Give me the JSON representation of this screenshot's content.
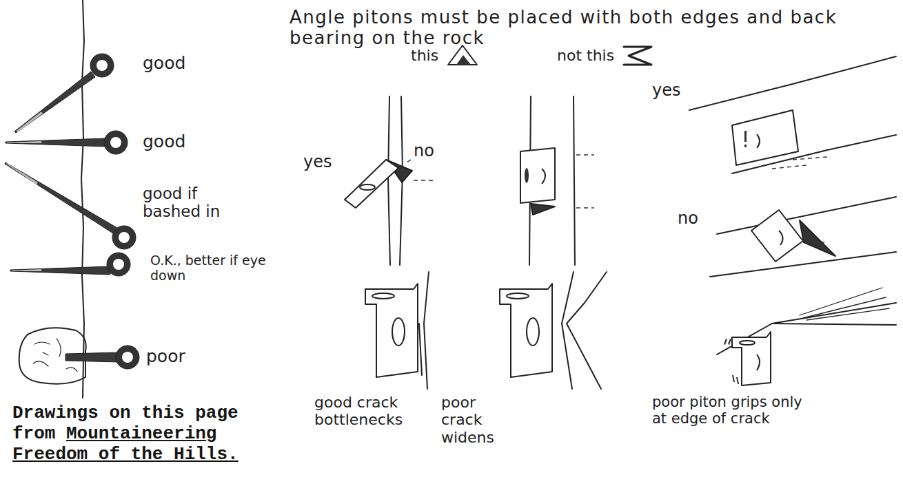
{
  "diagram": {
    "labels": [
      "Angle pitons must be placed with both edges and back bearing on the rock",
      "this",
      "not this",
      "good",
      "good",
      "good if bashed in",
      "O.K., better if eye down",
      "poor",
      "yes",
      "no",
      "yes",
      "no",
      "Drawings on this page from",
      "Mountaineering Freedom of the Hills.",
      "good crack bottlenecks",
      "poor crack widens",
      "poor piton grips only at edge of crack"
    ]
  }
}
